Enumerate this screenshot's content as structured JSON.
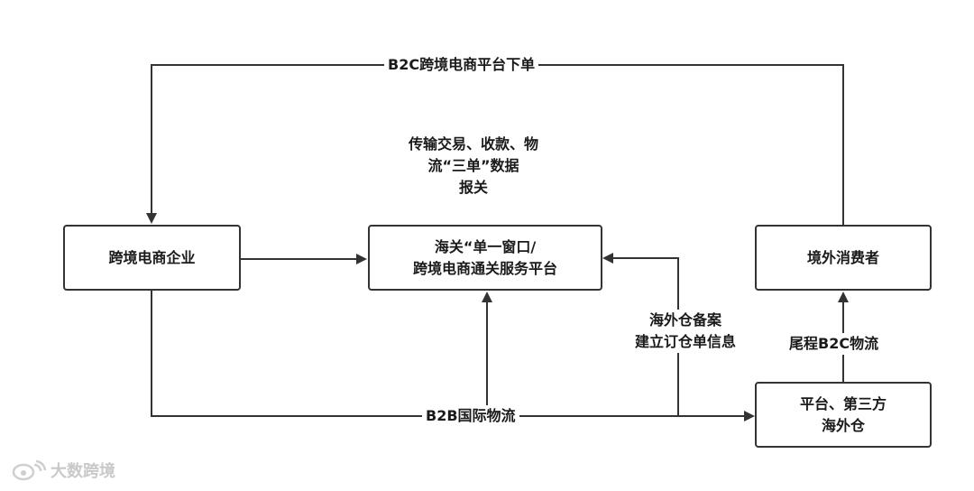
{
  "nodes": {
    "enterprise": "跨境电商企业",
    "platform": [
      "海关“单一窗口/",
      "跨境电商通关服务平台"
    ],
    "consumer": "境外消费者",
    "warehouse": [
      "平台、第三方",
      "海外仓"
    ]
  },
  "edges": {
    "b2c_order": "B2C跨境电商平台下单",
    "transmit": [
      "传输交易、收款、物",
      "流“三单”数据",
      "报关"
    ],
    "overseas_filing": [
      "海外仓备案",
      "建立订仓单信息"
    ],
    "last_mile": "尾程B2C物流",
    "b2b_logistics": "B2B国际物流"
  },
  "watermark": "大数跨境",
  "colors": {
    "line": "#333333",
    "border": "#333333",
    "watermark": "#c9c9c9"
  }
}
